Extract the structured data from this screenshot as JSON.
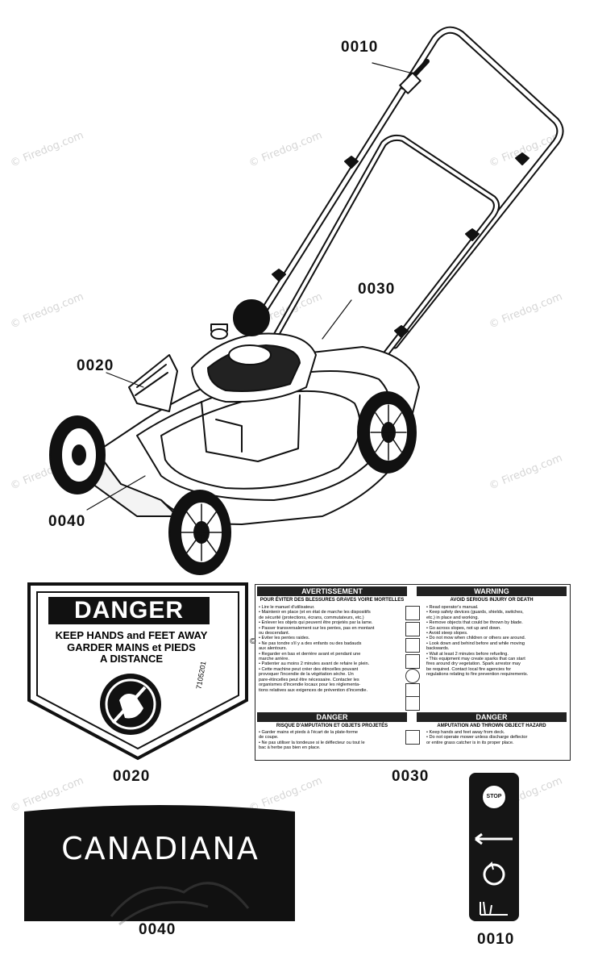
{
  "callouts": {
    "c0010_handle": "0010",
    "c0030_deck": "0030",
    "c0020_mower": "0020",
    "c0040_mower": "0040",
    "c0020_label": "0020",
    "c0030_label": "0030",
    "c0040_label": "0040",
    "c0010_label": "0010"
  },
  "watermark": "© Firedog.com",
  "danger_decal": {
    "header": "DANGER",
    "line1": "KEEP HANDS and FEET AWAY",
    "line2": "GARDER MAINS et PIEDS",
    "line3": "A DISTANCE",
    "part_number": "7105201"
  },
  "warning_decal": {
    "fr_header": "AVERTISSEMENT",
    "en_header": "WARNING",
    "fr_sub": "POUR ÉVITER DES BLESSURES GRAVES VOIRE MORTELLES",
    "en_sub": "AVOID SERIOUS INJURY OR DEATH",
    "fr_items": [
      "• Lire le manuel d'utilisateur.",
      "• Maintenir en place (et en état de marche les dispositifs",
      "  de sécurité (protections, écrans, commutateurs, etc.)",
      "• Enlever les objets qui peuvent être projetés par la lame.",
      "• Passer transversalement sur les pentes, pas en montant",
      "  ou descendant.",
      "• Éviter les pentes raides.",
      "• Ne pas tondre s'il y a des enfants ou des badauds",
      "  aux alentours.",
      "• Regarder en bas et derrière avant et pendant une",
      "  marche arrière.",
      "• Patienter au moins 2 minutes avant de refaire le plein.",
      "• Cette machine peut créer des étincelles pouvant",
      "  provoquer l'incendie de la végétation sèche. Un",
      "  pare-étincelles peut être nécessaire. Contacter les",
      "  organismes d'incendie locaux pour les réglementa-",
      "  tions relatives aux exigences de prévention d'incendie."
    ],
    "en_items": [
      "• Read operator's manual.",
      "• Keep safety devices (guards, shields, switches,",
      "  etc.) in place and working.",
      "• Remove objects that could be thrown by blade.",
      "• Go across slopes, not up and down.",
      "• Avoid steep slopes.",
      "• Do not mow when children or others are around.",
      "• Look down and behind before and while moving",
      "  backwards.",
      "• Wait at least 2 minutes before refueling.",
      "• This equipment may create sparks that can start",
      "  fires around dry vegetation. Spark arrestor may",
      "  be required. Contact local fire agencies for",
      "  regulations relating to fire prevention requirements."
    ],
    "fr_danger": "DANGER",
    "en_danger": "DANGER",
    "fr_danger_sub": "RISQUE D'AMPUTATION ET OBJETS PROJETÉS",
    "en_danger_sub": "AMPUTATION AND THROWN OBJECT HAZARD",
    "fr_danger_items": [
      "• Garder mains et pieds à l'écart de la plate-forme",
      "  de coupe.",
      "• Ne pas utiliser la tondeuse si le déflecteur ou tout le",
      "  bac à herbe pas bien en place."
    ],
    "en_danger_items": [
      "• Keep hands and feet away from deck.",
      "• Do not operate mower unless discharge deflector",
      "  or entire grass catcher is in its proper place."
    ]
  },
  "canadiana_decal": {
    "brand": "CANADIANA"
  },
  "control_decal": {
    "stop_label": "STOP"
  }
}
